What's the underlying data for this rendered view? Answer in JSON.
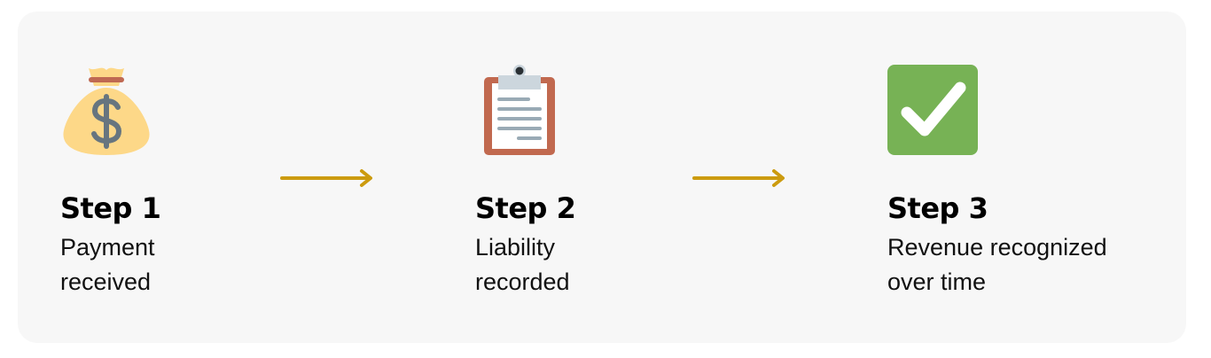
{
  "colors": {
    "card_background": "#f7f7f7",
    "arrow": "#cc9b0f",
    "money_bag": "#fdd888",
    "money_bag_tie": "#bf6952",
    "dollar_sign": "#67757f",
    "clipboard_board": "#c1694f",
    "clipboard_clip": "#ccd6dd",
    "clipboard_lines": "#99aab5",
    "check_background": "#77b255",
    "check_mark": "#ffffff"
  },
  "steps": [
    {
      "icon": "money-bag-icon",
      "title": "Step 1",
      "description_lines": [
        "Payment",
        "received"
      ]
    },
    {
      "icon": "clipboard-icon",
      "title": "Step 2",
      "description_lines": [
        "Liability",
        "recorded"
      ]
    },
    {
      "icon": "check-mark-icon",
      "title": "Step 3",
      "description_lines": [
        "Revenue recognized",
        "over time"
      ]
    }
  ],
  "arrows": [
    {
      "icon": "right-arrow-icon"
    },
    {
      "icon": "right-arrow-icon"
    }
  ]
}
